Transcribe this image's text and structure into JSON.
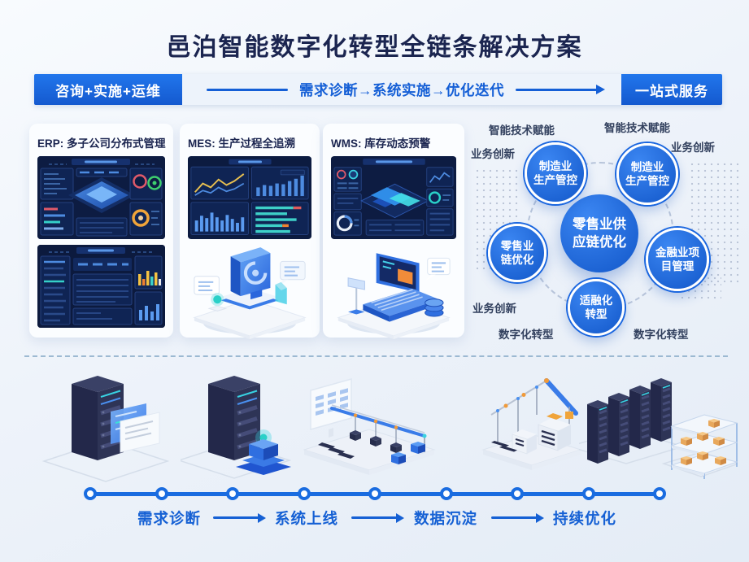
{
  "title": "邑泊智能数字化转型全链条解决方案",
  "header": {
    "left_badge": "咨询+实施+运维",
    "flow_text": "需求诊断→系统实施→优化迭代",
    "right_badge": "一站式服务"
  },
  "panels": [
    {
      "label": "ERP: 多子公司分布式管理"
    },
    {
      "label": "MES: 生产过程全追溯"
    },
    {
      "label": "WMS: 库存动态预警"
    }
  ],
  "ecosystem": {
    "side_labels": {
      "top_left": "智能技术赋能",
      "top_right": "智能技术赋能",
      "upper_left": "业务创新",
      "upper_right": "业务创新",
      "lower_left": "业务创新",
      "bottom_left": "数字化转型",
      "bottom_right": "数字化转型"
    },
    "center_bubble": "零售业供\n应链优化",
    "bubbles": {
      "top_left": "制造业\n生产管控",
      "top_right": "制造业\n生产管控",
      "mid_left": "零售业\n链优化",
      "mid_right": "金融业项\n目管理",
      "bottom": "适融化\n转型"
    }
  },
  "timeline": {
    "steps": [
      "需求诊断",
      "系统上线",
      "数据沉淀",
      "持续优化"
    ]
  },
  "colors": {
    "accent_blue": "#1a6ce0",
    "badge_blue": "#1560d4",
    "navy_text": "#1b2550",
    "dashboard_bg": "#0d1c42",
    "bubble_blue": "#1a66df",
    "teal_accent": "#38d2e2",
    "orange_accent": "#f0a43a"
  }
}
